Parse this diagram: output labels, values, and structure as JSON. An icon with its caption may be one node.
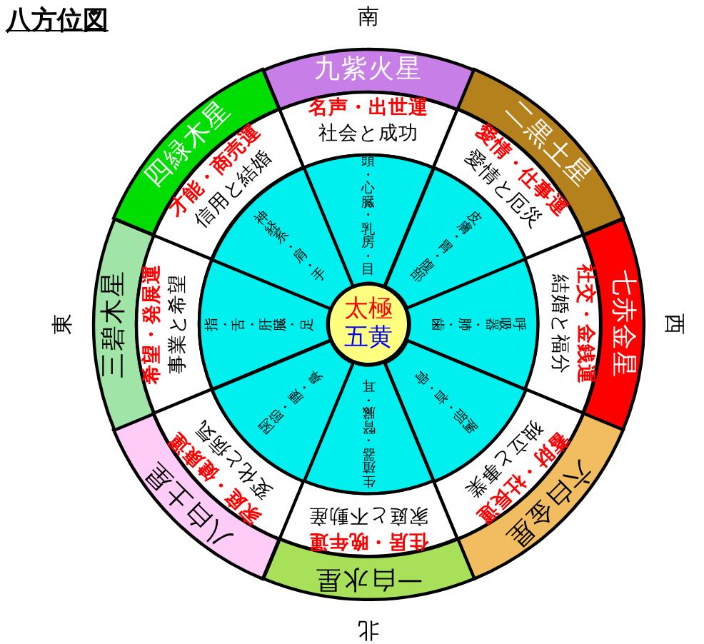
{
  "diagram": {
    "title": "八方位図",
    "nodes": [
      {
        "text": [
          "太極",
          "五黄"
        ]
      },
      {
        "text": [
          "九紫火星"
        ]
      },
      {
        "text": [
          "二黒土星"
        ]
      },
      {
        "text": [
          "七赤金星"
        ]
      },
      {
        "text": [
          "六白金星"
        ]
      },
      {
        "text": [
          "一白水星"
        ]
      },
      {
        "text": [
          "八白土星"
        ]
      },
      {
        "text": [
          "三碧木星"
        ]
      },
      {
        "text": [
          "四緑木星"
        ]
      },
      {
        "text": [
          "名声・出世運",
          "社会と成功"
        ]
      },
      {
        "text": [
          "愛情・仕事運",
          "愛情と厄災"
        ]
      },
      {
        "text": [
          "社交・金銭運",
          "結婚と福分"
        ]
      },
      {
        "text": [
          "蓄財・社長運",
          "独立と事業"
        ]
      },
      {
        "text": [
          "住居・晩年運",
          "家庭と不動産"
        ]
      },
      {
        "text": [
          "家庭・健康運",
          "変化と病気"
        ]
      },
      {
        "text": [
          "希望・発展運",
          "事業と希望"
        ]
      },
      {
        "text": [
          "才能・商売運",
          "信用と結婚"
        ]
      },
      {
        "text": [
          "頭・心臓・乳房・目"
        ]
      },
      {
        "text": [
          "皮膚・胃・腹部"
        ]
      },
      {
        "text": [
          "呼吸器・肺・歯"
        ]
      },
      {
        "text": [
          "胸部・首・骨"
        ]
      },
      {
        "text": [
          "生殖器・腎臓・耳"
        ]
      },
      {
        "text": [
          "関節・腰・鼻"
        ]
      },
      {
        "text": [
          "指・舌・肝臓・足"
        ]
      },
      {
        "text": [
          "神経系・肩・手"
        ]
      }
    ],
    "labels": [
      "南",
      "東",
      "西",
      "北"
    ]
  }
}
